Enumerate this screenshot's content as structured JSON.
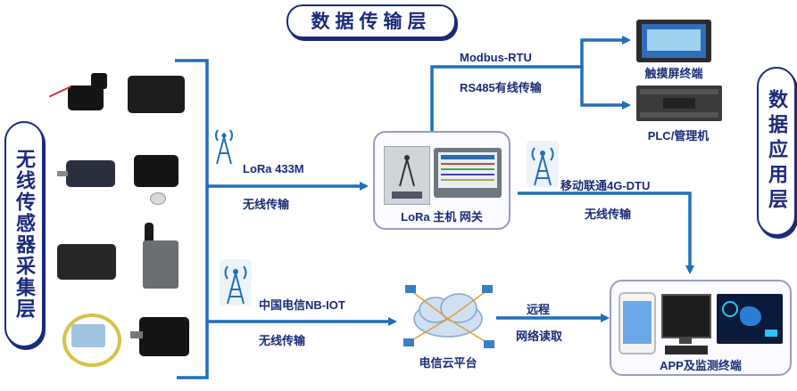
{
  "layers": {
    "transport": "数据传输层",
    "application": "数据应用层",
    "sensor": "无线传感器采集层"
  },
  "links": {
    "lora_title": "LoRa 433M",
    "lora_sub": "无线传输",
    "nbiot_title": "中国电信NB-IOT",
    "nbiot_sub": "无线传输",
    "modbus_title": "Modbus-RTU",
    "modbus_sub": "RS485有线传输",
    "dtu_title": "移动联通4G-DTU",
    "dtu_sub": "无线传输",
    "remote_title": "远程",
    "remote_sub": "网络读取"
  },
  "nodes": {
    "gateway": "LoRa 主机 网关",
    "cloud": "电信云平台",
    "touchscreen": "触摸屏终端",
    "plc": "PLC/管理机",
    "app": "APP及监测终端"
  },
  "colors": {
    "arrow": "#1f6fb8",
    "layer_text": "#1b2a7a",
    "label_text": "#1a2b78",
    "frame": "#9a9ac8"
  }
}
